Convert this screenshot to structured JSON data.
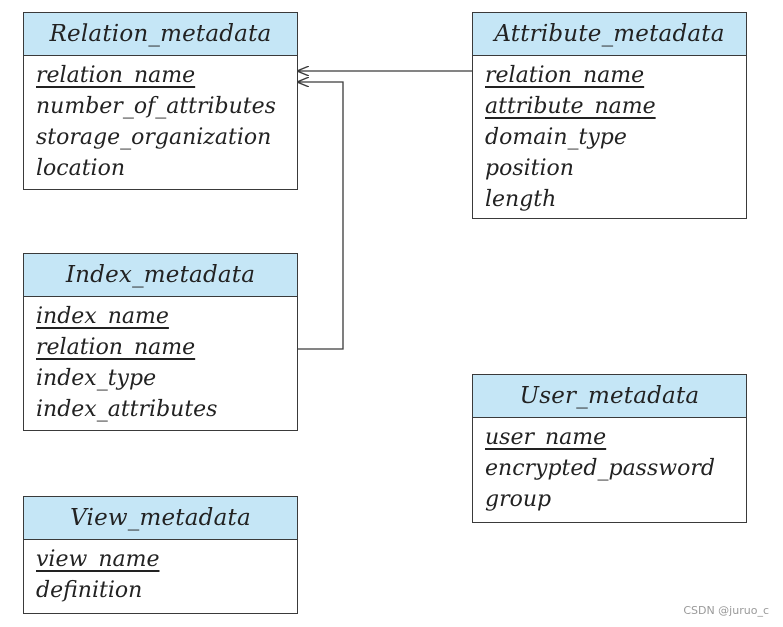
{
  "entities": {
    "relation": {
      "title": "Relation_metadata",
      "keys": [
        "relation_name"
      ],
      "attributes": [
        "number_of_attributes",
        "storage_organization",
        "location"
      ]
    },
    "attribute": {
      "title": "Attribute_metadata",
      "keys": [
        "relation_name",
        "attribute_name"
      ],
      "attributes": [
        "domain_type",
        "position",
        "length"
      ]
    },
    "index": {
      "title": "Index_metadata",
      "keys": [
        "index_name",
        "relation_name"
      ],
      "attributes": [
        "index_type",
        "index_attributes"
      ]
    },
    "user": {
      "title": "User_metadata",
      "keys": [
        "user_name"
      ],
      "attributes": [
        "encrypted_password",
        "group"
      ]
    },
    "view": {
      "title": "View_metadata",
      "keys": [
        "view_name"
      ],
      "attributes": [
        "definition"
      ]
    }
  },
  "relationships": [
    {
      "from": "attribute.relation_name",
      "to": "relation.relation_name"
    },
    {
      "from": "index.relation_name",
      "to": "relation.relation_name"
    }
  ],
  "colors": {
    "header": "#c5e6f6",
    "border": "#3a3a3a",
    "text": "#222222"
  },
  "watermark": "CSDN @juruo_c"
}
